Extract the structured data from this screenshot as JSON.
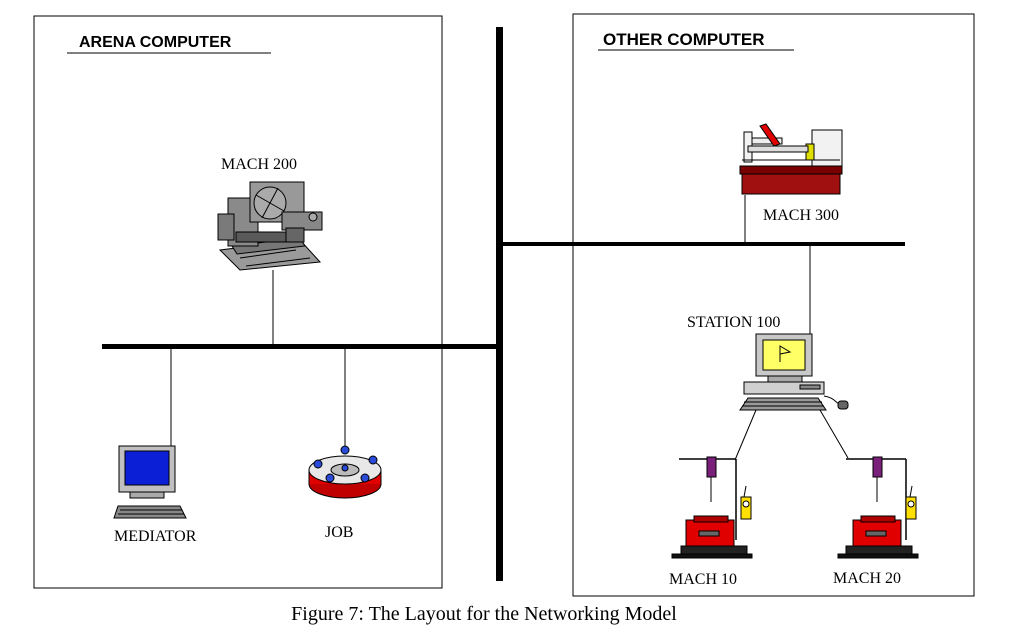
{
  "left_panel": {
    "title": "ARENA COMPUTER"
  },
  "right_panel": {
    "title": "OTHER COMPUTER"
  },
  "nodes": {
    "mach200": "MACH 200",
    "mach300": "MACH 300",
    "station100": "STATION 100",
    "mediator": "MEDIATOR",
    "job": "JOB",
    "mach10": "MACH 10",
    "mach20": "MACH 20"
  },
  "caption": "Figure 7:  The Layout for the Networking Model"
}
